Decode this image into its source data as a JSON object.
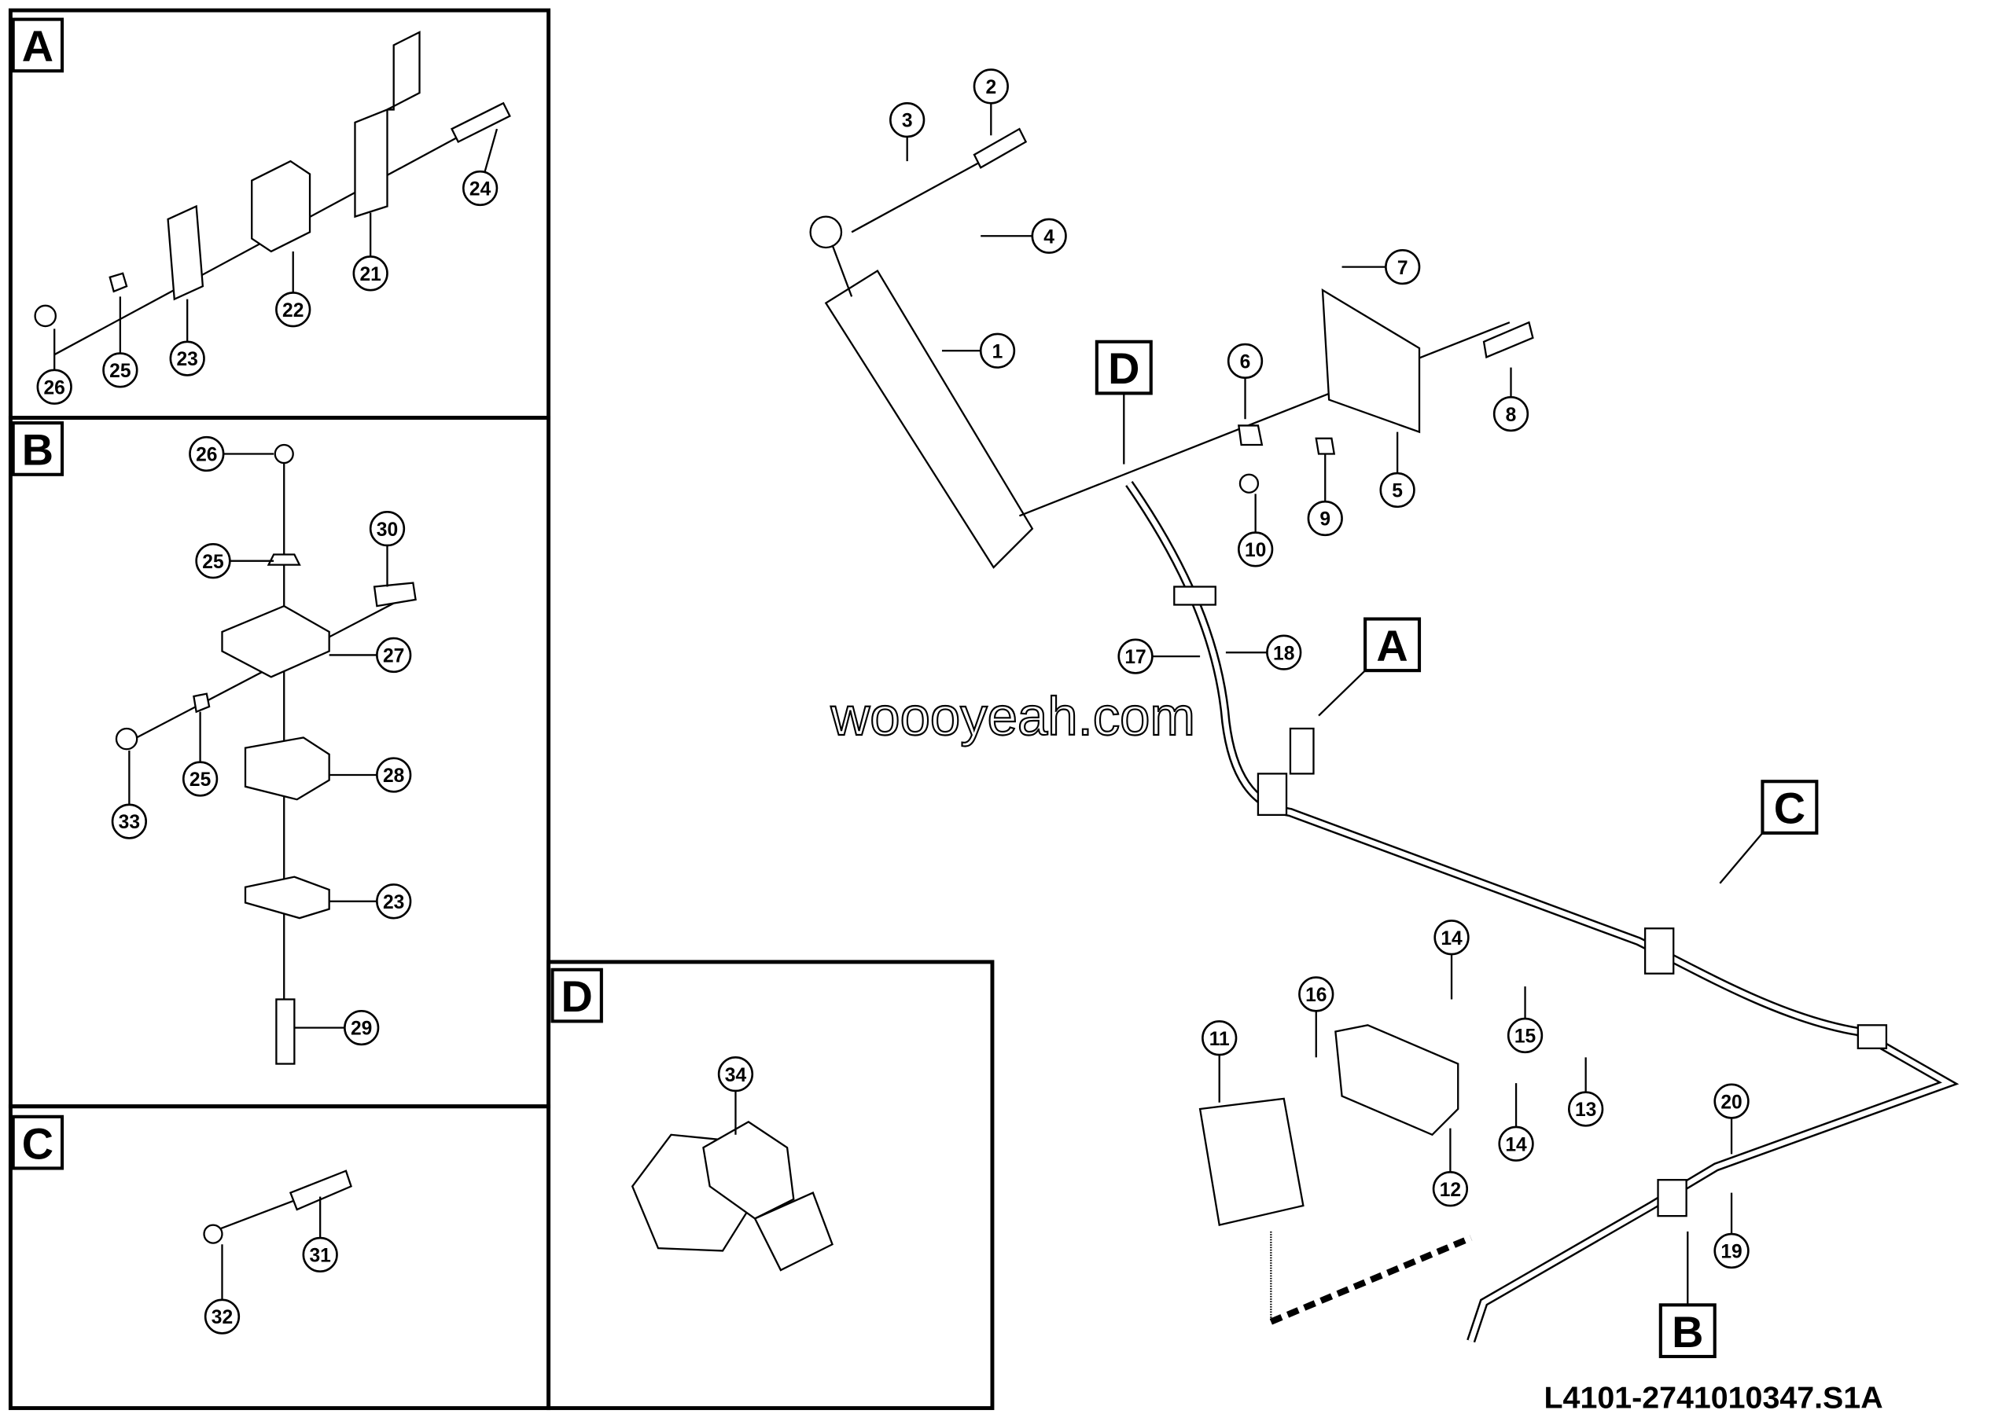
{
  "panels": {
    "A": "A",
    "B": "B",
    "C": "C",
    "D": "D"
  },
  "main_labels": {
    "A": "A",
    "B": "B",
    "C": "C",
    "D": "D"
  },
  "callouts": {
    "panel_a": [
      "26",
      "25",
      "23",
      "22",
      "21",
      "24"
    ],
    "panel_b": [
      "26",
      "25",
      "30",
      "27",
      "25",
      "33",
      "28",
      "23",
      "29"
    ],
    "panel_c": [
      "31",
      "32"
    ],
    "panel_d": [
      "34"
    ],
    "main": [
      "2",
      "3",
      "4",
      "7",
      "1",
      "6",
      "8",
      "5",
      "9",
      "10",
      "17",
      "18",
      "14",
      "16",
      "15",
      "11",
      "13",
      "14",
      "12",
      "20",
      "19"
    ]
  },
  "watermark": "woooyeah.com",
  "drawing_number": "L4101-2741010347.S1A"
}
